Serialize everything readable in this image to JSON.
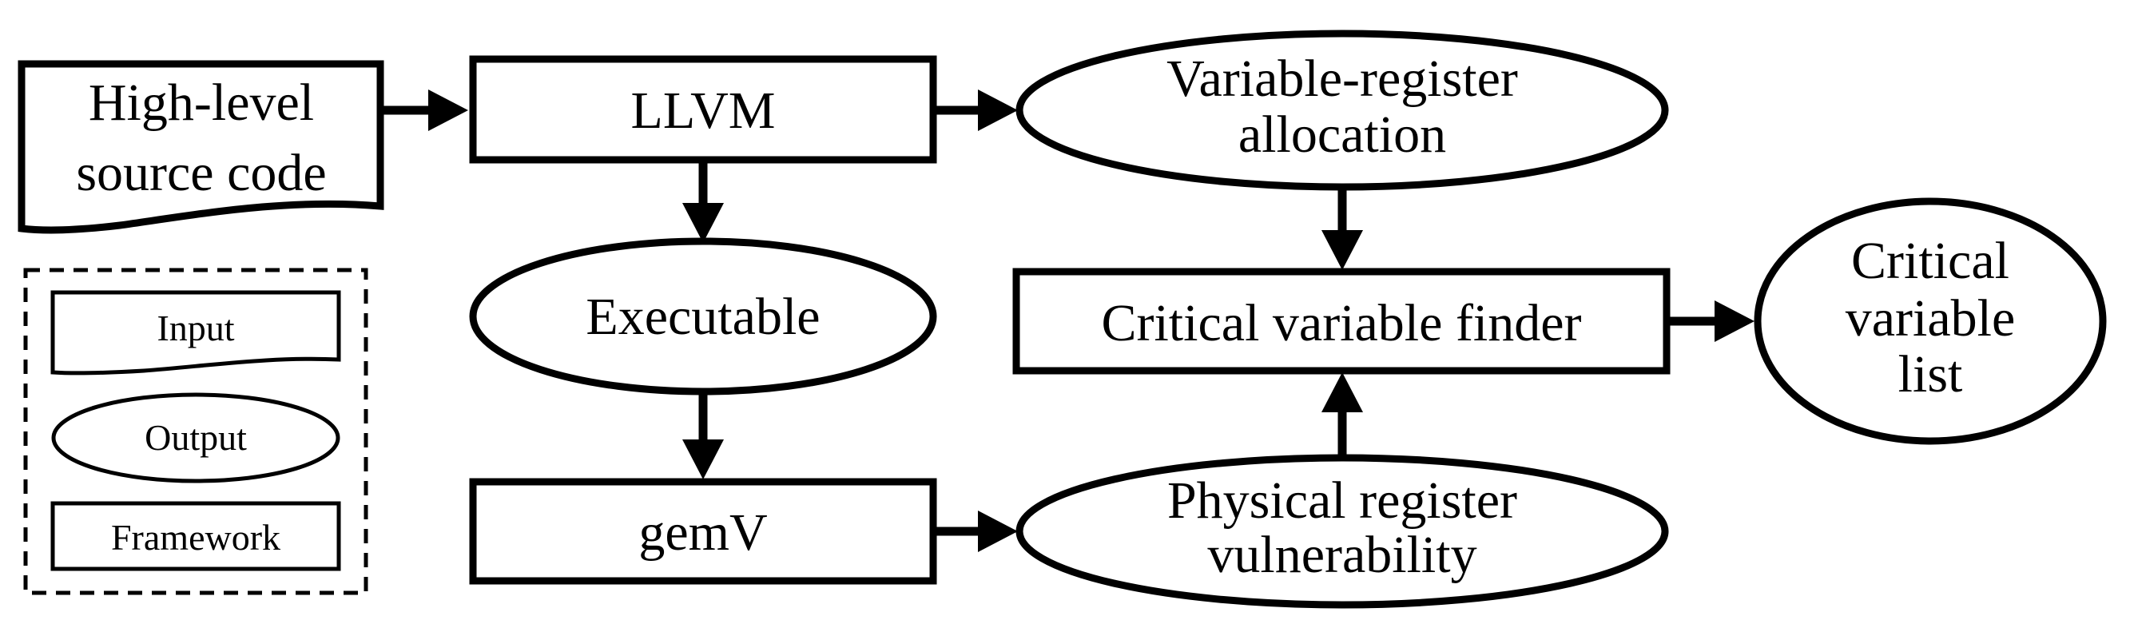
{
  "nodes": {
    "source_code": {
      "line1": "High-level",
      "line2": "source code"
    },
    "llvm": {
      "label": "LLVM"
    },
    "var_reg_alloc": {
      "line1": "Variable-register",
      "line2": "allocation"
    },
    "executable": {
      "label": "Executable"
    },
    "crit_finder": {
      "label": "Critical variable finder"
    },
    "crit_list": {
      "line1": "Critical",
      "line2": "variable",
      "line3": "list"
    },
    "gemv": {
      "label": "gemV"
    },
    "phys_reg_vuln": {
      "line1": "Physical register",
      "line2": "vulnerability"
    }
  },
  "legend": {
    "input": "Input",
    "output": "Output",
    "framework": "Framework"
  },
  "edges": [
    {
      "from": "source_code",
      "to": "llvm"
    },
    {
      "from": "llvm",
      "to": "var_reg_alloc"
    },
    {
      "from": "llvm",
      "to": "executable"
    },
    {
      "from": "executable",
      "to": "gemv"
    },
    {
      "from": "gemv",
      "to": "phys_reg_vuln"
    },
    {
      "from": "var_reg_alloc",
      "to": "crit_finder"
    },
    {
      "from": "phys_reg_vuln",
      "to": "crit_finder"
    },
    {
      "from": "crit_finder",
      "to": "crit_list"
    }
  ]
}
